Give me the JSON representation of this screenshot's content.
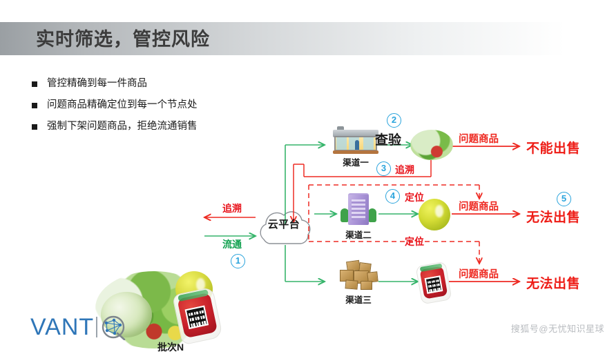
{
  "header": {
    "title": "实时筛选，管控风险"
  },
  "bullets": [
    {
      "text": "管控精确到每一件商品"
    },
    {
      "text": "问题商品精确定位到每一个节点处"
    },
    {
      "text": "强制下架问题商品，拒绝流通销售"
    }
  ],
  "diagram": {
    "batch_label": "批次N",
    "cloud_label": "云平台",
    "flow_labels": {
      "trace_back": "追溯",
      "circulate": "流通",
      "inspect": "查验",
      "locate": "定位"
    },
    "steps": {
      "s1": "1",
      "s2": "2",
      "s3": "3",
      "s4": "4",
      "s5": "5"
    },
    "channels": [
      {
        "label": "渠道一",
        "icon": "storefront-icon"
      },
      {
        "label": "渠道二",
        "icon": "office-building-icon"
      },
      {
        "label": "渠道三",
        "icon": "cardboard-boxes-icon"
      }
    ],
    "rows": [
      {
        "problem_label": "问题商品",
        "outcome": "不能出售",
        "product_icon": "leafy-vegetable-icon"
      },
      {
        "problem_label": "问题商品",
        "outcome": "无法出售",
        "product_icon": "citrus-fruit-icon"
      },
      {
        "problem_label": "问题商品",
        "outcome": "无法出售",
        "product_icon": "packaged-meat-qr-icon"
      }
    ],
    "locate_upper": "定位",
    "locate_lower": "定位"
  },
  "footer": {
    "logo_text": "VANT",
    "logo_mark": "network-q-icon",
    "watermark": "搜狐号@无忧知识星球"
  },
  "colors": {
    "green": "#12a150",
    "red": "#ee1c16",
    "blue_step": "#29a3dc",
    "logo_blue": "#2f76b8",
    "title_gray": "#3c3c3c"
  }
}
